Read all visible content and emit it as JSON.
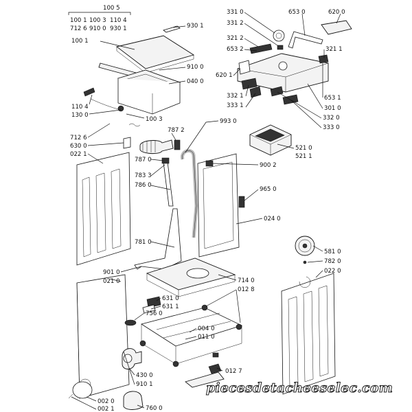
{
  "watermark": "piecesdetacheeselec.com",
  "labels": {
    "l1005": "100 5",
    "l1001a": "100 1",
    "l1003a": "100 3",
    "l1104a": "110 4",
    "l7126a": "712 6",
    "l9100a": "910 0",
    "l9301a": "930 1",
    "l9301b": "930 1",
    "l1001b": "100 1",
    "l9100b": "910 0",
    "l0400": "040 0",
    "l1104b": "110 4",
    "l1300": "130 0",
    "l1003b": "100 3",
    "l7126b": "712 6",
    "l6300": "630 0",
    "l0221": "022 1",
    "l3310": "331 0",
    "l3312": "331 2",
    "l3212": "321 2",
    "l6532": "653 2",
    "l6201": "620 1",
    "l3321": "332 1",
    "l3331": "333 1",
    "l6530": "653 0",
    "l6200": "620 0",
    "l3211": "321 1",
    "l6531": "653 1",
    "l3010": "301 0",
    "l3320": "332 0",
    "l3330": "333 0",
    "l7872": "787 2",
    "l9930": "993 0",
    "l7870": "787 0",
    "l7833": "783 3",
    "l7860": "786 0",
    "l9002": "900 2",
    "l5210": "521 0",
    "l5211": "521 1",
    "l9650": "965 0",
    "l0240": "024 0",
    "l7810": "781 0",
    "l5810": "581 0",
    "l7820": "782 0",
    "l0220": "022 0",
    "l9010": "901 0",
    "l0210": "021 0",
    "l7140": "714 0",
    "l0128": "012 8",
    "l6310": "631 0",
    "l6311": "631 1",
    "l7560": "756 0",
    "l0040": "004 0",
    "l0110": "011 0",
    "l0127": "012 7",
    "l4300": "430 0",
    "l9101": "910 1",
    "l0020": "002 0",
    "l0021": "002 1",
    "l7600": "760 0"
  }
}
